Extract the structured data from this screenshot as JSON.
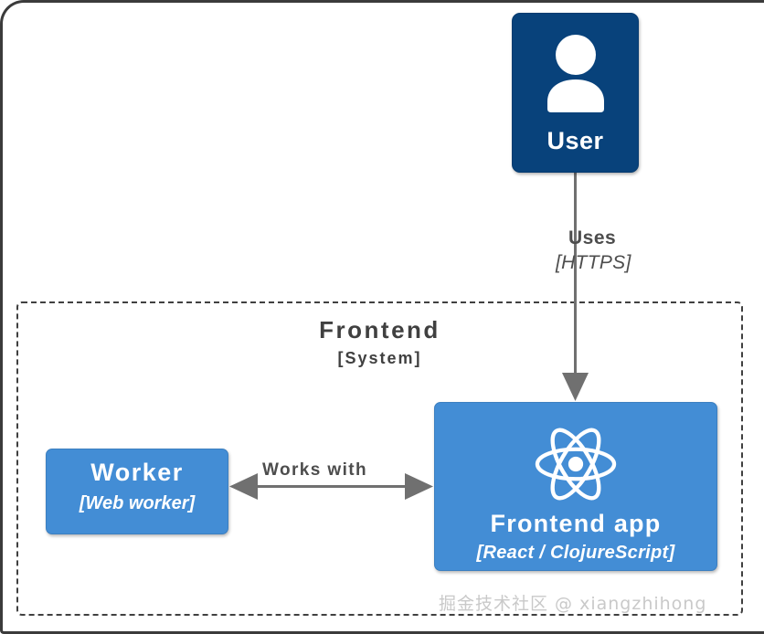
{
  "diagram": {
    "type": "c4-container-diagram",
    "watermark": "掘金技术社区 @ xiangzhihong",
    "colors": {
      "person_fill": "#08427b",
      "container_fill": "#438dd5",
      "boundary_stroke": "#404040",
      "relationship_stroke": "#707070",
      "text_on_fill": "#ffffff",
      "label_text": "#4d4d4d",
      "page_border": "#3b3b3b"
    }
  },
  "nodes": {
    "user": {
      "name": "User",
      "icon": "person-avatar-icon",
      "shape": "rounded-rect",
      "fill": "#08427b"
    },
    "frontend_app": {
      "name": "Frontend app",
      "technology": "[React / ClojureScript]",
      "icon": "react-logo-icon",
      "shape": "rounded-rect",
      "fill": "#438dd5"
    },
    "worker": {
      "name": "Worker",
      "technology": "[Web worker]",
      "shape": "rounded-rect",
      "fill": "#438dd5"
    }
  },
  "boundary": {
    "name": "Frontend",
    "type_label": "[System]",
    "style": "dashed"
  },
  "relationships": [
    {
      "id": "uses",
      "from": "user",
      "to": "frontend_app",
      "label": "Uses",
      "technology": "[HTTPS]",
      "direction": "one-way",
      "orientation": "vertical"
    },
    {
      "id": "works-with",
      "from": "worker",
      "to": "frontend_app",
      "label": "Works with",
      "technology": "",
      "direction": "two-way",
      "orientation": "horizontal"
    }
  ]
}
